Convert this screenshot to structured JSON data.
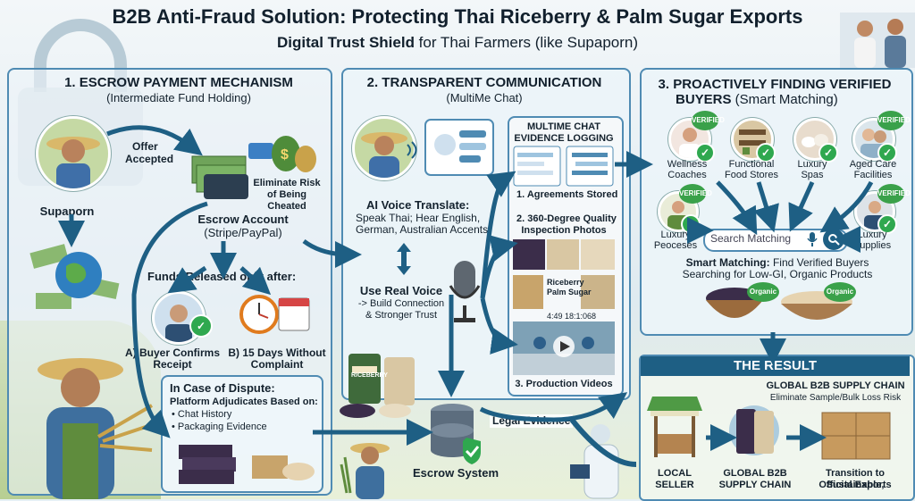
{
  "header": {
    "title": "B2B Anti-Fraud Solution: Protecting Thai Riceberry & Palm Sugar Exports",
    "subtitle_bold": "Digital Trust Shield",
    "subtitle_rest": " for Thai Farmers (like Supaporn)"
  },
  "escrow": {
    "title": "1. ESCROW PAYMENT MECHANISM",
    "subtitle": "(Intermediate Fund Holding)",
    "farmer_label": "Supaporn",
    "offer_line1": "Offer",
    "offer_line2": "Accepted",
    "risk_line1": "Eliminate Risk",
    "risk_line2": "of Being Cheated",
    "account_line1": "Escrow Account",
    "account_line2": "(Stripe/PayPal)",
    "funds_released": "Funds Released only after:",
    "cond_a_line1": "A) Buyer Confirms",
    "cond_a_line2": "Receipt",
    "cond_b_line1": "B) 15 Days Without",
    "cond_b_line2": "Complaint",
    "dispute_title": "In Case of Dispute:",
    "dispute_sub": "Platform Adjudicates Based on:",
    "dispute_items": [
      "• Chat History",
      "• Packaging Evidence"
    ]
  },
  "comm": {
    "title": "2. TRANSPARENT COMMUNICATION",
    "subtitle": "(MultiMe Chat)",
    "voice_title": "AI Voice Translate:",
    "voice_line1": "Speak Thai; Hear English,",
    "voice_line2": "German, Australian Accents",
    "real_voice_title": "Use Real Voice",
    "real_voice_line1": "-> Build Connection",
    "real_voice_line2": "& Stronger Trust",
    "log_title_line1": "MULTIME CHAT",
    "log_title_line2": "EVIDENCE LOGGING",
    "log_item1": "1. Agreements Stored",
    "log_item2_line1": "2. 360-Degree Quality",
    "log_item2_line2": "Inspection Photos",
    "photo_label1": "Riceberry",
    "photo_label2": "Palm Sugar",
    "video_time": "4:49 18:1:068",
    "log_item3": "3. Production Videos",
    "legal_evidence": "Legal Evidence",
    "escrow_system": "Escrow System",
    "bag_label": "RICEBERRY"
  },
  "buyers": {
    "title_line1": "3. PROACTIVELY FINDING VERIFIED",
    "title_line2_bold": "BUYERS",
    "title_line2_rest": " (Smart Matching)",
    "verified_label": "VERIFIED",
    "b1_line1": "Wellness",
    "b1_line2": "Coaches",
    "b2_line1": "Functional",
    "b2_line2": "Food Stores",
    "b3_line1": "Luxury",
    "b3_line2": "Spas",
    "b4_line1": "Aged Care",
    "b4_line2": "Facilities",
    "b5_line1": "Luxury",
    "b5_line2": "Peoceses",
    "b6_line1": "Luxury",
    "b6_line2": "Supplies",
    "search_placeholder": "Search Matching",
    "smart_bold": "Smart Matching:",
    "smart_rest": " Find Verified Buyers",
    "smart_line2": "Searching for Low-GI, Organic Products",
    "organic_label": "Organic"
  },
  "result": {
    "title": "THE RESULT",
    "chain_title": "GLOBAL B2B SUPPLY CHAIN",
    "chain_sub": "Eliminate Sample/Bulk Loss Risk",
    "step1_line1": "LOCAL",
    "step1_line2": "SELLER",
    "step2_line1": "GLOBAL B2B",
    "step2_line2": "SUPPLY CHAIN",
    "step3_line1": "Transition to Sustainable,",
    "step3_line2": "Official Exports"
  },
  "colors": {
    "accent": "#1e5f84",
    "check": "#2fa84f",
    "panel_border": "#4f8bb3"
  }
}
